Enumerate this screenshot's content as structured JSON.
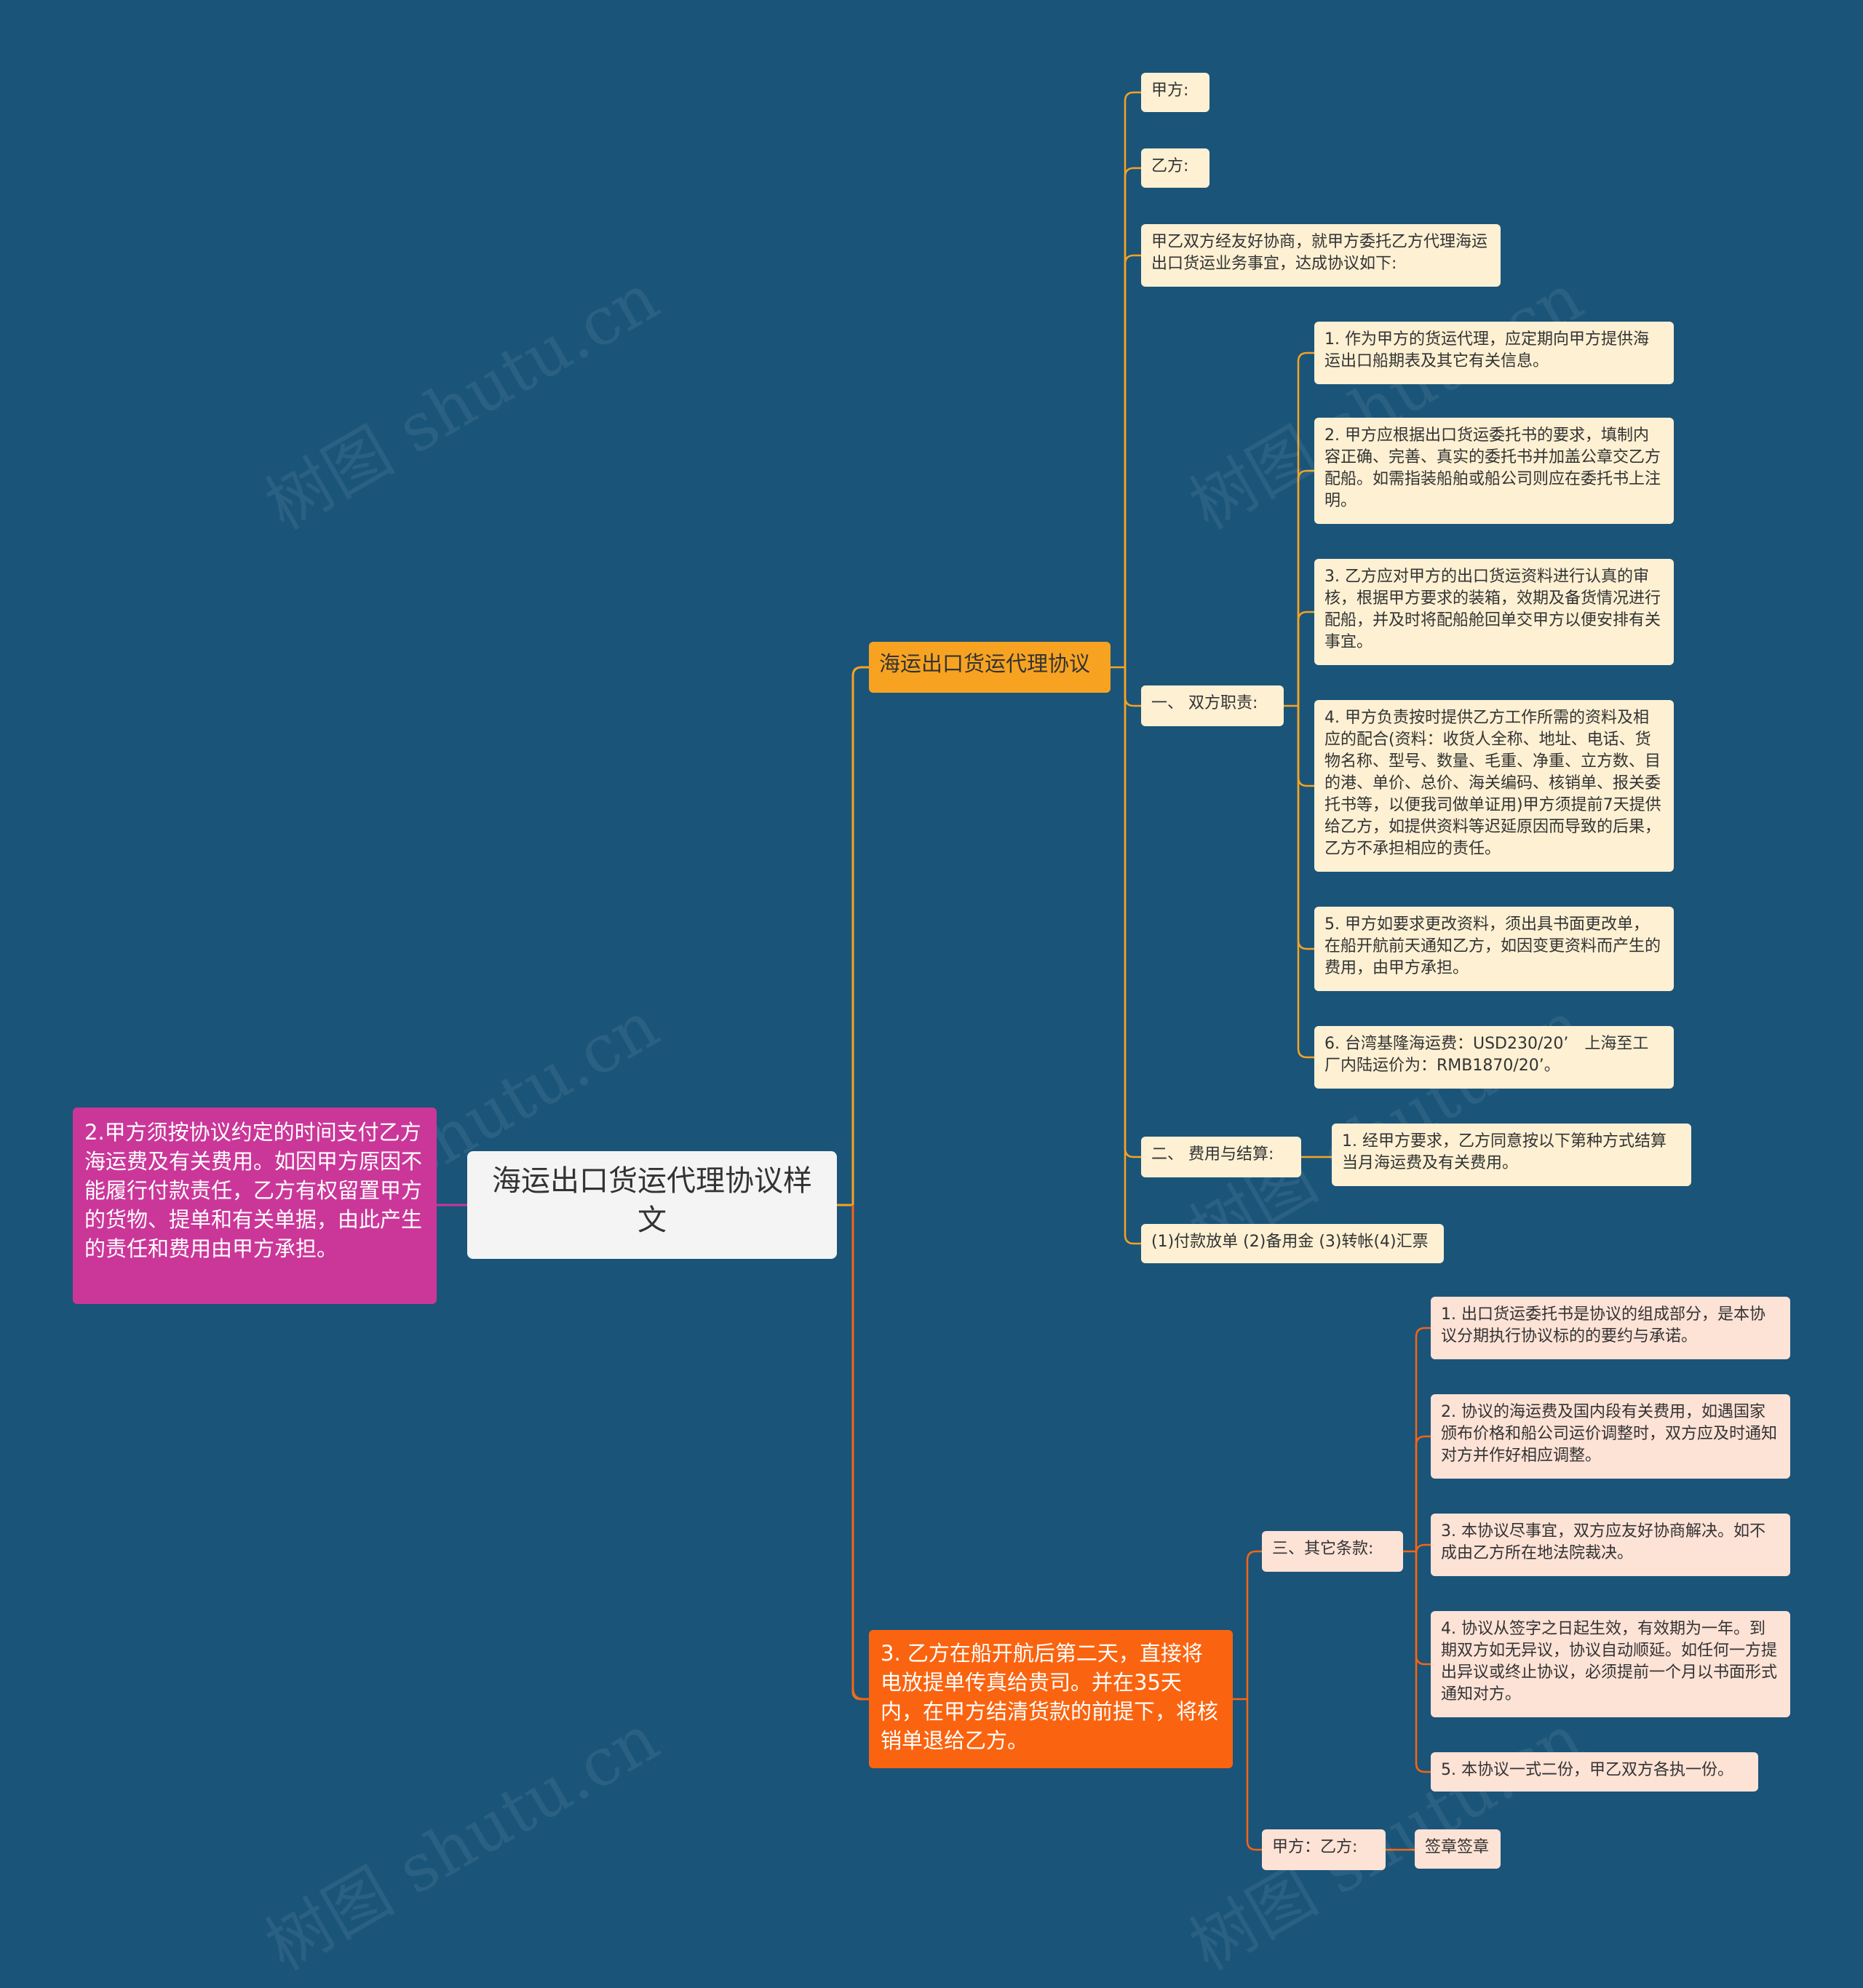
{
  "mindmap": {
    "root": "海运出口货运代理协议样文",
    "left_branch": "2.甲方须按协议约定的时间支付乙方海运费及有关费用。如因甲方原因不能履行付款责任，乙方有权留置甲方的货物、提单和有关单据，由此产生的责任和费用由甲方承担。",
    "branch1": {
      "label": "海运出口货运代理协议",
      "party_a": "甲方:",
      "party_b": "乙方:",
      "intro": "甲乙双方经友好协商，就甲方委托乙方代理海运出口货运业务事宜，达成协议如下:",
      "duties": {
        "label": "一、 双方职责:",
        "items": [
          "1. 作为甲方的货运代理，应定期向甲方提供海运出口船期表及其它有关信息。",
          "2. 甲方应根据出口货运委托书的要求，填制内容正确、完善、真实的委托书并加盖公章交乙方配船。如需指装船舶或船公司则应在委托书上注明。",
          "3. 乙方应对甲方的出口货运资料进行认真的审核，根据甲方要求的装箱，效期及备货情况进行配船，并及时将配船舱回单交甲方以便安排有关事宜。",
          "4. 甲方负责按时提供乙方工作所需的资料及相应的配合(资料：收货人全称、地址、电话、货物名称、型号、数量、毛重、净重、立方数、目的港、单价、总价、海关编码、核销单、报关委托书等，以便我司做单证用)甲方须提前7天提供给乙方，如提供资料等迟延原因而导致的后果，乙方不承担相应的责任。",
          "5. 甲方如要求更改资料，须出具书面更改单，在船开航前天通知乙方，如因变更资料而产生的费用，由甲方承担。",
          "6. 台湾基隆海运费：USD230/20’　上海至工厂内陆运价为：RMB1870/20’。"
        ]
      },
      "fees": {
        "label": "二、 费用与结算:",
        "item": "1. 经甲方要求，乙方同意按以下第种方式结算当月海运费及有关费用。"
      },
      "payment_methods": "(1)付款放单 (2)备用金 (3)转帐(4)汇票"
    },
    "branch2": {
      "label": "3. 乙方在船开航后第二天，直接将电放提单传真给贵司。并在35天内，在甲方结清货款的前提下，将核销单退给乙方。",
      "other_terms": {
        "label": "三、其它条款:",
        "items": [
          "1. 出口货运委托书是协议的组成部分，是本协议分期执行协议标的的要约与承诺。",
          "2. 协议的海运费及国内段有关费用，如遇国家颁布价格和船公司运价调整时，双方应及时通知对方并作好相应调整。",
          "3. 本协议尽事宜，双方应友好协商解决。如不成由乙方所在地法院裁决。",
          "4. 协议从签字之日起生效，有效期为一年。到期双方如无异议，协议自动顺延。如任何一方提出异议或终止协议，必须提前一个月以书面形式通知对方。",
          "5. 本协议一式二份，甲乙双方各执一份。"
        ]
      },
      "signature": {
        "label": "甲方：乙方:",
        "value": "签章签章"
      }
    },
    "watermark": "树图 shutu.cn",
    "colors": {
      "background": "#1a5479",
      "branch1_line": "#f7a321",
      "branch2_line": "#fa6410",
      "left_line": "#cb3799"
    }
  }
}
